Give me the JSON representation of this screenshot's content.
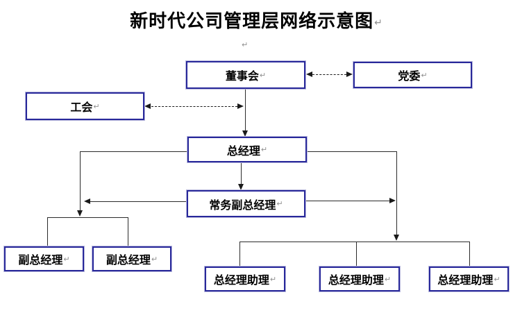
{
  "title": {
    "text": "新时代公司管理层网络示意图"
  },
  "marks": {
    "paragraph": "↵"
  },
  "colors": {
    "box_border": "#28289A",
    "connector_line": "#2A2A2A",
    "arrowhead": "#1A1A1A",
    "paragraph_mark": "#8F8F8F",
    "background": "#FFFFFF",
    "text": "#000000"
  },
  "nodes": {
    "board": {
      "label": "董事会"
    },
    "party_committee": {
      "label": "党委"
    },
    "labor_union": {
      "label": "工会"
    },
    "general_manager": {
      "label": "总经理"
    },
    "executive_deputy_gm": {
      "label": "常务副总经理"
    },
    "deputy_gm_1": {
      "label": "副总经理"
    },
    "deputy_gm_2": {
      "label": "副总经理"
    },
    "gm_assistant_1": {
      "label": "总经理助理"
    },
    "gm_assistant_2": {
      "label": "总经理助理"
    },
    "gm_assistant_3": {
      "label": "总经理助理"
    }
  }
}
